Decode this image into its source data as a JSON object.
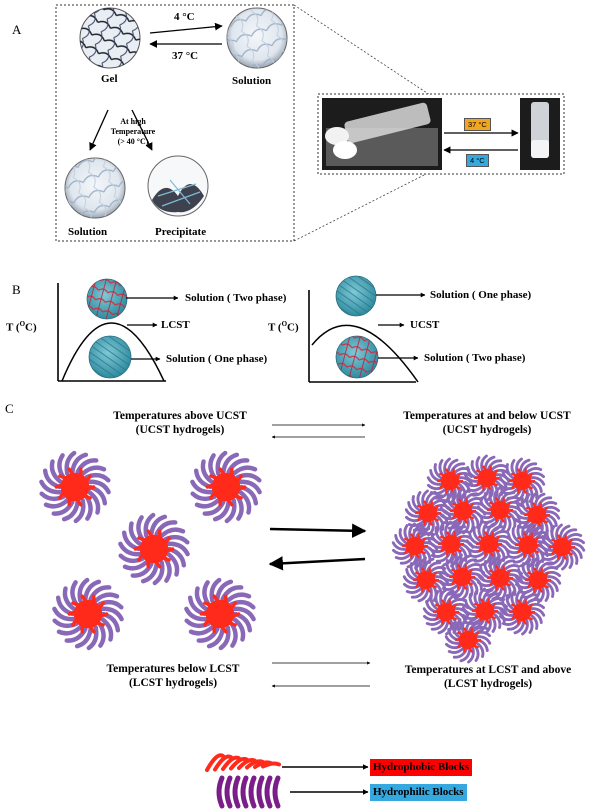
{
  "panels": {
    "a": "A",
    "b": "B",
    "c": "C"
  },
  "panel_a": {
    "gel": "Gel",
    "solution_top": "Solution",
    "temp_cool": "4 °C",
    "temp_warm": "37 °C",
    "high_temp_line1": "At high",
    "high_temp_line2": "Temperature",
    "high_temp_line3": "(> 40 °C)",
    "solution_bottom": "Solution",
    "precipitate": "Precipitate",
    "photo_warm_tag": "37 °C",
    "photo_cool_tag": "4 °C"
  },
  "panel_b": {
    "left": {
      "axis": "T (OC)",
      "axis_sup": "O",
      "curve_label": "LCST",
      "top_state": "Solution ( Two phase)",
      "bottom_state": "Solution ( One phase)"
    },
    "right": {
      "axis": "T (OC)",
      "axis_sup": "O",
      "curve_label": "UCST",
      "top_state": "Solution ( One phase)",
      "bottom_state": "Solution ( Two phase)"
    }
  },
  "panel_c": {
    "above_ucst_1": "Temperatures above UCST",
    "above_ucst_2": "(UCST hydrogels)",
    "below_ucst_1": "Temperatures at and below UCST",
    "below_ucst_2": "(UCST hydrogels)",
    "below_lcst_1": "Temperatures below LCST",
    "below_lcst_2": "(LCST hydrogels)",
    "above_lcst_1": "Temperatures at LCST and above",
    "above_lcst_2": "(LCST hydrogels)"
  },
  "legend": {
    "hydrophobic": "Hydrophobic Blocks",
    "hydrophilic": "Hydrophilic Blocks"
  },
  "colors": {
    "hydrophobic": "#ff2a1a",
    "hydrophilic": "#8a68b8",
    "hydrophilic_legend": "#7b1e8a",
    "hydrophobic_box": "#ff0000",
    "hydrophilic_box": "#36a8e0",
    "warm_tag": "#f2a61f",
    "cool_tag": "#36a8e0",
    "teal_sphere": "#49a9bc"
  }
}
